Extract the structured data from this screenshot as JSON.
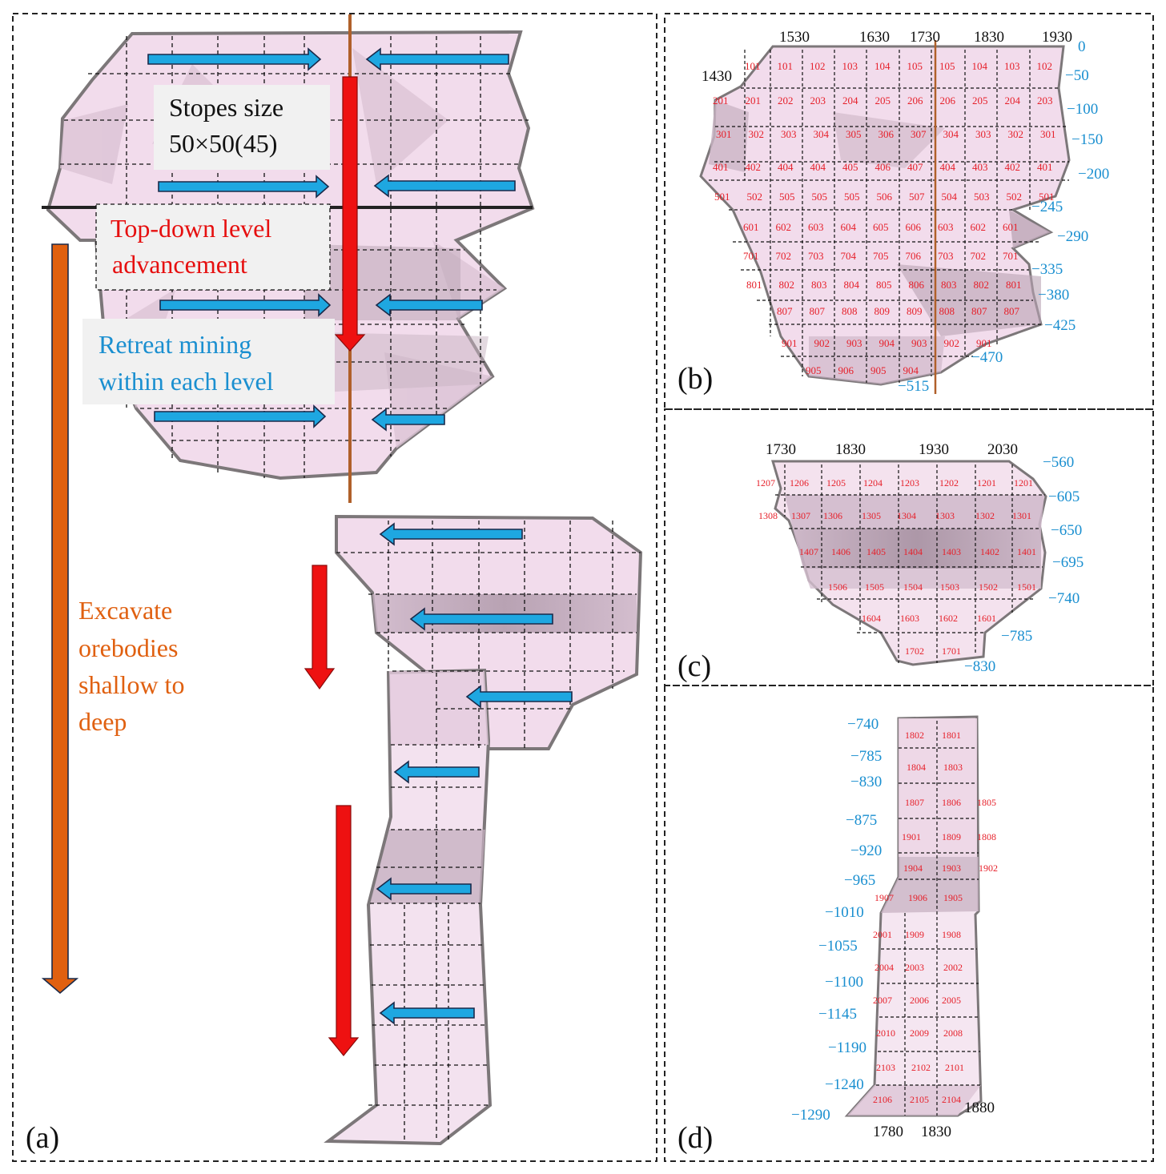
{
  "panel_labels": {
    "a": "(a)",
    "b": "(b)",
    "c": "(c)",
    "d": "(d)"
  },
  "annotations": {
    "stopes_line1": "Stopes size",
    "stopes_line2": "50×50(45)",
    "topdown_line1": "Top-down level",
    "topdown_line2": "advancement",
    "retreat_line1": "Retreat mining",
    "retreat_line2": "within each level",
    "excavate_line1": "Excavate",
    "excavate_line2": "orebodies",
    "excavate_line3": "shallow to",
    "excavate_line4": "deep"
  },
  "colors": {
    "retreat_arrow": "#1ea7e1",
    "topdown_arrow": "#ee1111",
    "excavate_arrow": "#e06010",
    "section_line": "#b0602a",
    "orebody_fill": "#f2dcec",
    "orebody_shade": "#b49cae",
    "axis_label_blue": "#1a8fd0",
    "stope_label_red": "#e6202a"
  },
  "panel_b": {
    "x_ticks": [
      "1530",
      "1630",
      "1730",
      "1830",
      "1930"
    ],
    "x_left_label": "1430",
    "y_ticks": [
      "0",
      "−50",
      "−100",
      "−150",
      "−200",
      "−245",
      "−290",
      "−335",
      "−380",
      "−425",
      "−470",
      "−515"
    ],
    "rows": [
      [
        "101",
        "101",
        "102",
        "103",
        "104",
        "105",
        "105",
        "104",
        "103",
        "102"
      ],
      [
        "201",
        "201",
        "202",
        "203",
        "204",
        "205",
        "206",
        "206",
        "205",
        "204",
        "203"
      ],
      [
        "301",
        "302",
        "303",
        "304",
        "305",
        "306",
        "307",
        "304",
        "303",
        "302",
        "301"
      ],
      [
        "401",
        "402",
        "404",
        "404",
        "405",
        "406",
        "407",
        "404",
        "403",
        "402",
        "401"
      ],
      [
        "501",
        "502",
        "505",
        "505",
        "505",
        "506",
        "507",
        "504",
        "503",
        "502",
        "501"
      ],
      [
        "601",
        "602",
        "603",
        "604",
        "605",
        "606",
        "603",
        "602",
        "601"
      ],
      [
        "701",
        "702",
        "703",
        "704",
        "705",
        "706",
        "703",
        "702",
        "701"
      ],
      [
        "801",
        "802",
        "803",
        "804",
        "805",
        "806",
        "803",
        "802",
        "801"
      ],
      [
        "807",
        "807",
        "808",
        "809",
        "809",
        "808",
        "807",
        "807"
      ],
      [
        "901",
        "902",
        "903",
        "904",
        "903",
        "902",
        "901"
      ],
      [
        "905",
        "906",
        "905",
        "904"
      ]
    ]
  },
  "panel_c": {
    "x_ticks": [
      "1730",
      "1830",
      "1930",
      "2030"
    ],
    "y_ticks": [
      "−560",
      "−605",
      "−650",
      "−695",
      "−740",
      "−785",
      "−830"
    ],
    "rows": [
      [
        "1207",
        "1206",
        "1205",
        "1204",
        "1203",
        "1202",
        "1201",
        "1201"
      ],
      [
        "1308",
        "1307",
        "1306",
        "1305",
        "1304",
        "1303",
        "1302",
        "1301"
      ],
      [
        "1407",
        "1406",
        "1405",
        "1404",
        "1403",
        "1402",
        "1401"
      ],
      [
        "1506",
        "1505",
        "1504",
        "1503",
        "1502",
        "1501"
      ],
      [
        "1604",
        "1603",
        "1602",
        "1601"
      ],
      [
        "1702",
        "1701"
      ]
    ]
  },
  "panel_d": {
    "y_ticks": [
      "−740",
      "−785",
      "−830",
      "−875",
      "−920",
      "−965",
      "−1010",
      "−1055",
      "−1100",
      "−1145",
      "−1190",
      "−1240",
      "−1290"
    ],
    "x_ticks": [
      "1780",
      "1830",
      "1880"
    ],
    "rows": [
      [
        "1802",
        "1801"
      ],
      [
        "1804",
        "1803"
      ],
      [
        "1807",
        "1806",
        "1805"
      ],
      [
        "1901",
        "1809",
        "1808"
      ],
      [
        "1904",
        "1903",
        "1902"
      ],
      [
        "1907",
        "1906",
        "1905"
      ],
      [
        "2001",
        "1909",
        "1908"
      ],
      [
        "2004",
        "2003",
        "2002"
      ],
      [
        "2007",
        "2006",
        "2005"
      ],
      [
        "2010",
        "2009",
        "2008"
      ],
      [
        "2103",
        "2102",
        "2101"
      ],
      [
        "2106",
        "2105",
        "2104"
      ]
    ]
  }
}
